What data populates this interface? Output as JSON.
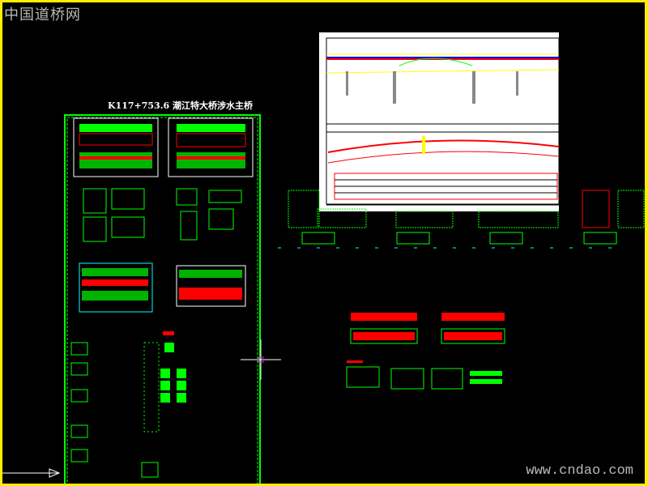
{
  "watermark_top": "中国道桥网",
  "watermark_bottom": "www.cndao.com",
  "sheet_title": "K117+753.6 潮江特大桥涉水主桥",
  "colors": {
    "background": "#000000",
    "border": "#ffee00",
    "green": "#00ff00",
    "red": "#ff0000",
    "white": "#ffffff",
    "yellow": "#ffff00",
    "cyan": "#00ffff"
  }
}
